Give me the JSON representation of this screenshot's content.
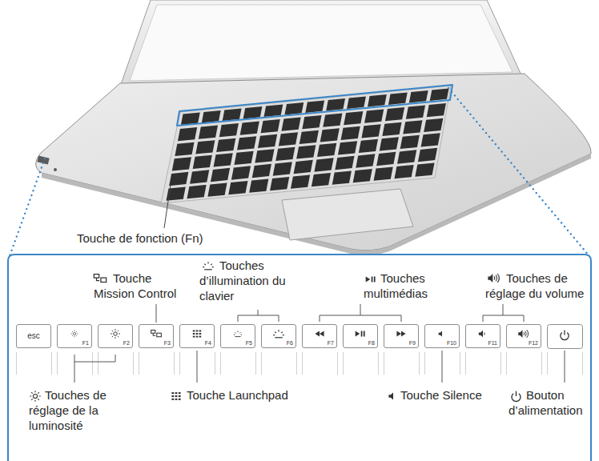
{
  "diagram": {
    "nodes": [
      {
        "text": [
          "esc"
        ]
      },
      {
        "text": [
          "F1"
        ]
      },
      {
        "text": [
          "F2"
        ]
      },
      {
        "text": [
          "F3"
        ]
      },
      {
        "text": [
          "F4"
        ]
      },
      {
        "text": [
          "F5"
        ]
      },
      {
        "text": [
          "F6"
        ]
      },
      {
        "text": [
          "F7"
        ]
      },
      {
        "text": [
          "F8"
        ]
      },
      {
        "text": [
          "F9"
        ]
      },
      {
        "text": [
          "F10"
        ]
      },
      {
        "text": [
          "F11"
        ]
      },
      {
        "text": [
          "F12"
        ]
      }
    ],
    "labels": [
      "Touche de fonction (Fn)",
      "Touche Mission Control",
      "Touches d’illumination du clavier",
      "Touches multimédias",
      "Touches de réglage du volume",
      "Touches de réglage de la luminosité",
      "Touche Launchpad",
      "Touche Silence",
      "Bouton d’alimentation"
    ]
  }
}
